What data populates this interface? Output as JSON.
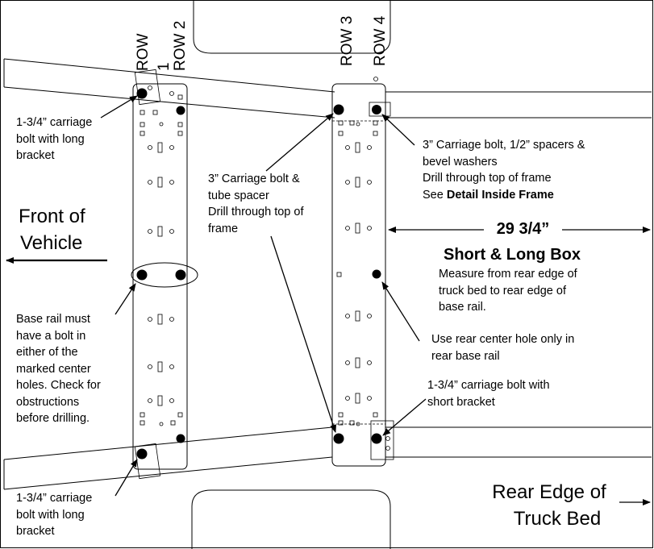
{
  "rows": {
    "row1_word": "ROW",
    "row1_num": "1",
    "row2": "ROW 2",
    "row3": "ROW 3",
    "row4": "ROW 4"
  },
  "callouts": {
    "top_left_bolt": [
      "1-3/4” carriage",
      "bolt with long",
      "bracket"
    ],
    "bottom_left_bolt": [
      "1-3/4” carriage",
      "bolt with long",
      "bracket"
    ],
    "front_of_vehicle": [
      "Front of",
      "Vehicle"
    ],
    "base_rail_note": [
      "Base rail must",
      "have a bolt in",
      "either of the",
      "marked center",
      "holes.  Check for",
      "obstructions",
      "before drilling."
    ],
    "tube_spacer_note": [
      "3” Carriage bolt &",
      "tube spacer",
      "Drill through top of",
      "frame"
    ],
    "spacers_note": {
      "lines": [
        "3” Carriage bolt, 1/2” spacers &",
        "bevel washers",
        "Drill through top of frame"
      ],
      "see": "See ",
      "see_bold": "Detail Inside Frame"
    },
    "dimension": "29 3/4”",
    "box_title": "Short & Long Box",
    "measure_note": [
      "Measure from rear edge of",
      "truck bed to rear edge of",
      "base rail."
    ],
    "rear_center_note": [
      "Use rear center hole only in",
      "rear base rail"
    ],
    "short_bracket_note": [
      "1-3/4” carriage bolt with",
      "short bracket"
    ],
    "rear_edge": [
      "Rear Edge of",
      "Truck Bed"
    ]
  }
}
